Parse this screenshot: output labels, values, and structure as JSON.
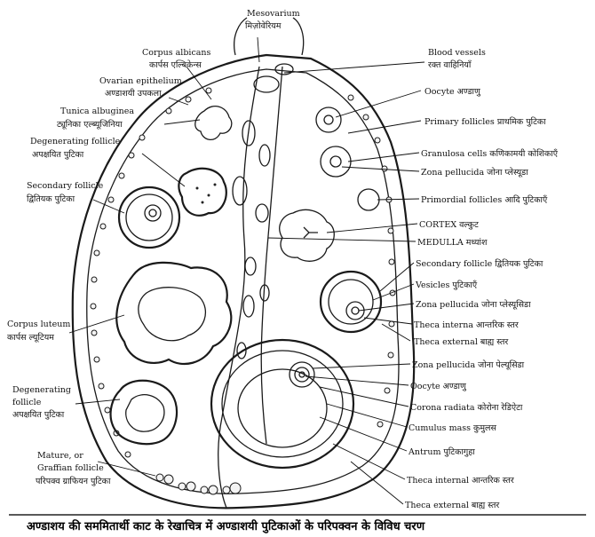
{
  "caption": "अण्डाशय की सममितार्थी काट के रेखाचित्र में अण्डाशयी पुटिकाओं के परिपक्वन के विविध चरण",
  "labels": {
    "mesovarium": {
      "en": "Mesovarium",
      "hi": "मिज़ोवेरियम"
    },
    "corpus_albicans": {
      "en": "Corpus albicans",
      "hi": "कार्पस एल्बिकेन्स"
    },
    "ovarian_epithelium": {
      "en": "Ovarian epithelium",
      "hi": "अण्डाशयी उपकला"
    },
    "tunica_albuginea": {
      "en": "Tunica albuginea",
      "hi": "ट्यूनिका एल्ब्यूजिनिया"
    },
    "degenerating_follicle_top": {
      "en": "Degenerating follicle",
      "hi": "अपक्षयित पुटिका"
    },
    "secondary_follicle_left": {
      "en": "Secondary follicle",
      "hi": "द्वितियक पुटिका"
    },
    "corpus_luteum": {
      "en": "Corpus luteum",
      "hi": "कार्पस ल्यूटियम"
    },
    "degenerating_follicle_bottom": {
      "en": "Degenerating",
      "en2": "follicle",
      "hi": "अपक्षयित पुटिका"
    },
    "graafian_follicle": {
      "en": "Mature, or",
      "en2": "Graffian follicle",
      "hi": "परिपक्व ग्राफियन पुटिका"
    },
    "blood_vessels": {
      "en": "Blood vessels",
      "hi": "रक्त वाहिनियाँ"
    },
    "oocyte_top": {
      "en": "Oocyte",
      "hi": "अण्डाणु"
    },
    "primary_follicles": {
      "en": "Primary follicles",
      "hi": "प्राथमिक पुटिका"
    },
    "granulosa_cells": {
      "en": "Granulosa cells",
      "hi": "कणिकामयी कोशिकाएँ"
    },
    "zona_pellucida_1": {
      "en": "Zona pellucida",
      "hi": "जोना प्लेस्यूडा"
    },
    "primordial_follicles": {
      "en": "Primordial follicles",
      "hi": "आदि पुटिकाएँ"
    },
    "cortex": {
      "en": "CORTEX",
      "hi": "वल्कुट"
    },
    "medulla": {
      "en": "MEDULLA",
      "hi": "मध्यांश"
    },
    "secondary_follicle_right": {
      "en": "Secondary follicle",
      "hi": "द्वितियक पुटिका"
    },
    "vesicles": {
      "en": "Vesicles",
      "hi": "पुटिकाएँ"
    },
    "zona_pellucida_2": {
      "en": "Zona pellucida",
      "hi": "जोना प्लेस्यूसिडा"
    },
    "theca_interna_1": {
      "en": "Theca interna",
      "hi": "आन्तरिक स्तर"
    },
    "theca_external_1": {
      "en": "Theca external",
      "hi": "बाह्य स्तर"
    },
    "zona_pellucida_3": {
      "en": "Zona pellucida",
      "hi": "जोना पेल्यूसिडा"
    },
    "oocyte_bottom": {
      "en": "Oocyte",
      "hi": "अण्डाणु"
    },
    "corona_radiata": {
      "en": "Corona radiata",
      "hi": "कोरोना रेडिऐटा"
    },
    "cumulus_mass": {
      "en": "Cumulus mass",
      "hi": "कुमुलस"
    },
    "antrum": {
      "en": "Antrum",
      "hi": "पुटिकागुहा"
    },
    "theca_internal_2": {
      "en": "Theca internal",
      "hi": "आन्तरिक स्तर"
    },
    "theca_external_2": {
      "en": "Theca external",
      "hi": "बाह्य स्तर"
    }
  }
}
